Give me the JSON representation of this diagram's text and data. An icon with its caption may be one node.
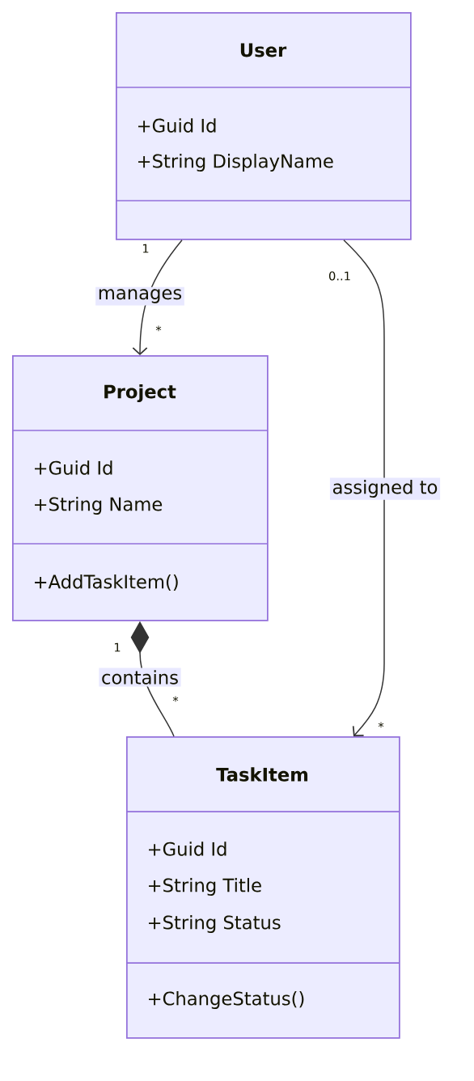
{
  "diagram": {
    "nodes": [
      {
        "text": [
          "User",
          "+Guid Id",
          "+String DisplayName"
        ]
      },
      {
        "text": [
          "Project",
          "+Guid Id",
          "+String Name",
          "+AddTaskItem()"
        ]
      },
      {
        "text": [
          "TaskItem",
          "+Guid Id",
          "+String Title",
          "+String Status",
          "+ChangeStatus()"
        ]
      }
    ],
    "edges": [
      {
        "from": 0,
        "to": 1,
        "arrow": "to",
        "label": "manages"
      },
      {
        "from": 1,
        "to": 2,
        "arrow": "other",
        "label": "contains"
      },
      {
        "from": 0,
        "to": 2,
        "arrow": "to",
        "label": "assigned to"
      }
    ],
    "labels": [
      "1",
      "0..1",
      "*",
      "1",
      "*",
      "*"
    ]
  }
}
